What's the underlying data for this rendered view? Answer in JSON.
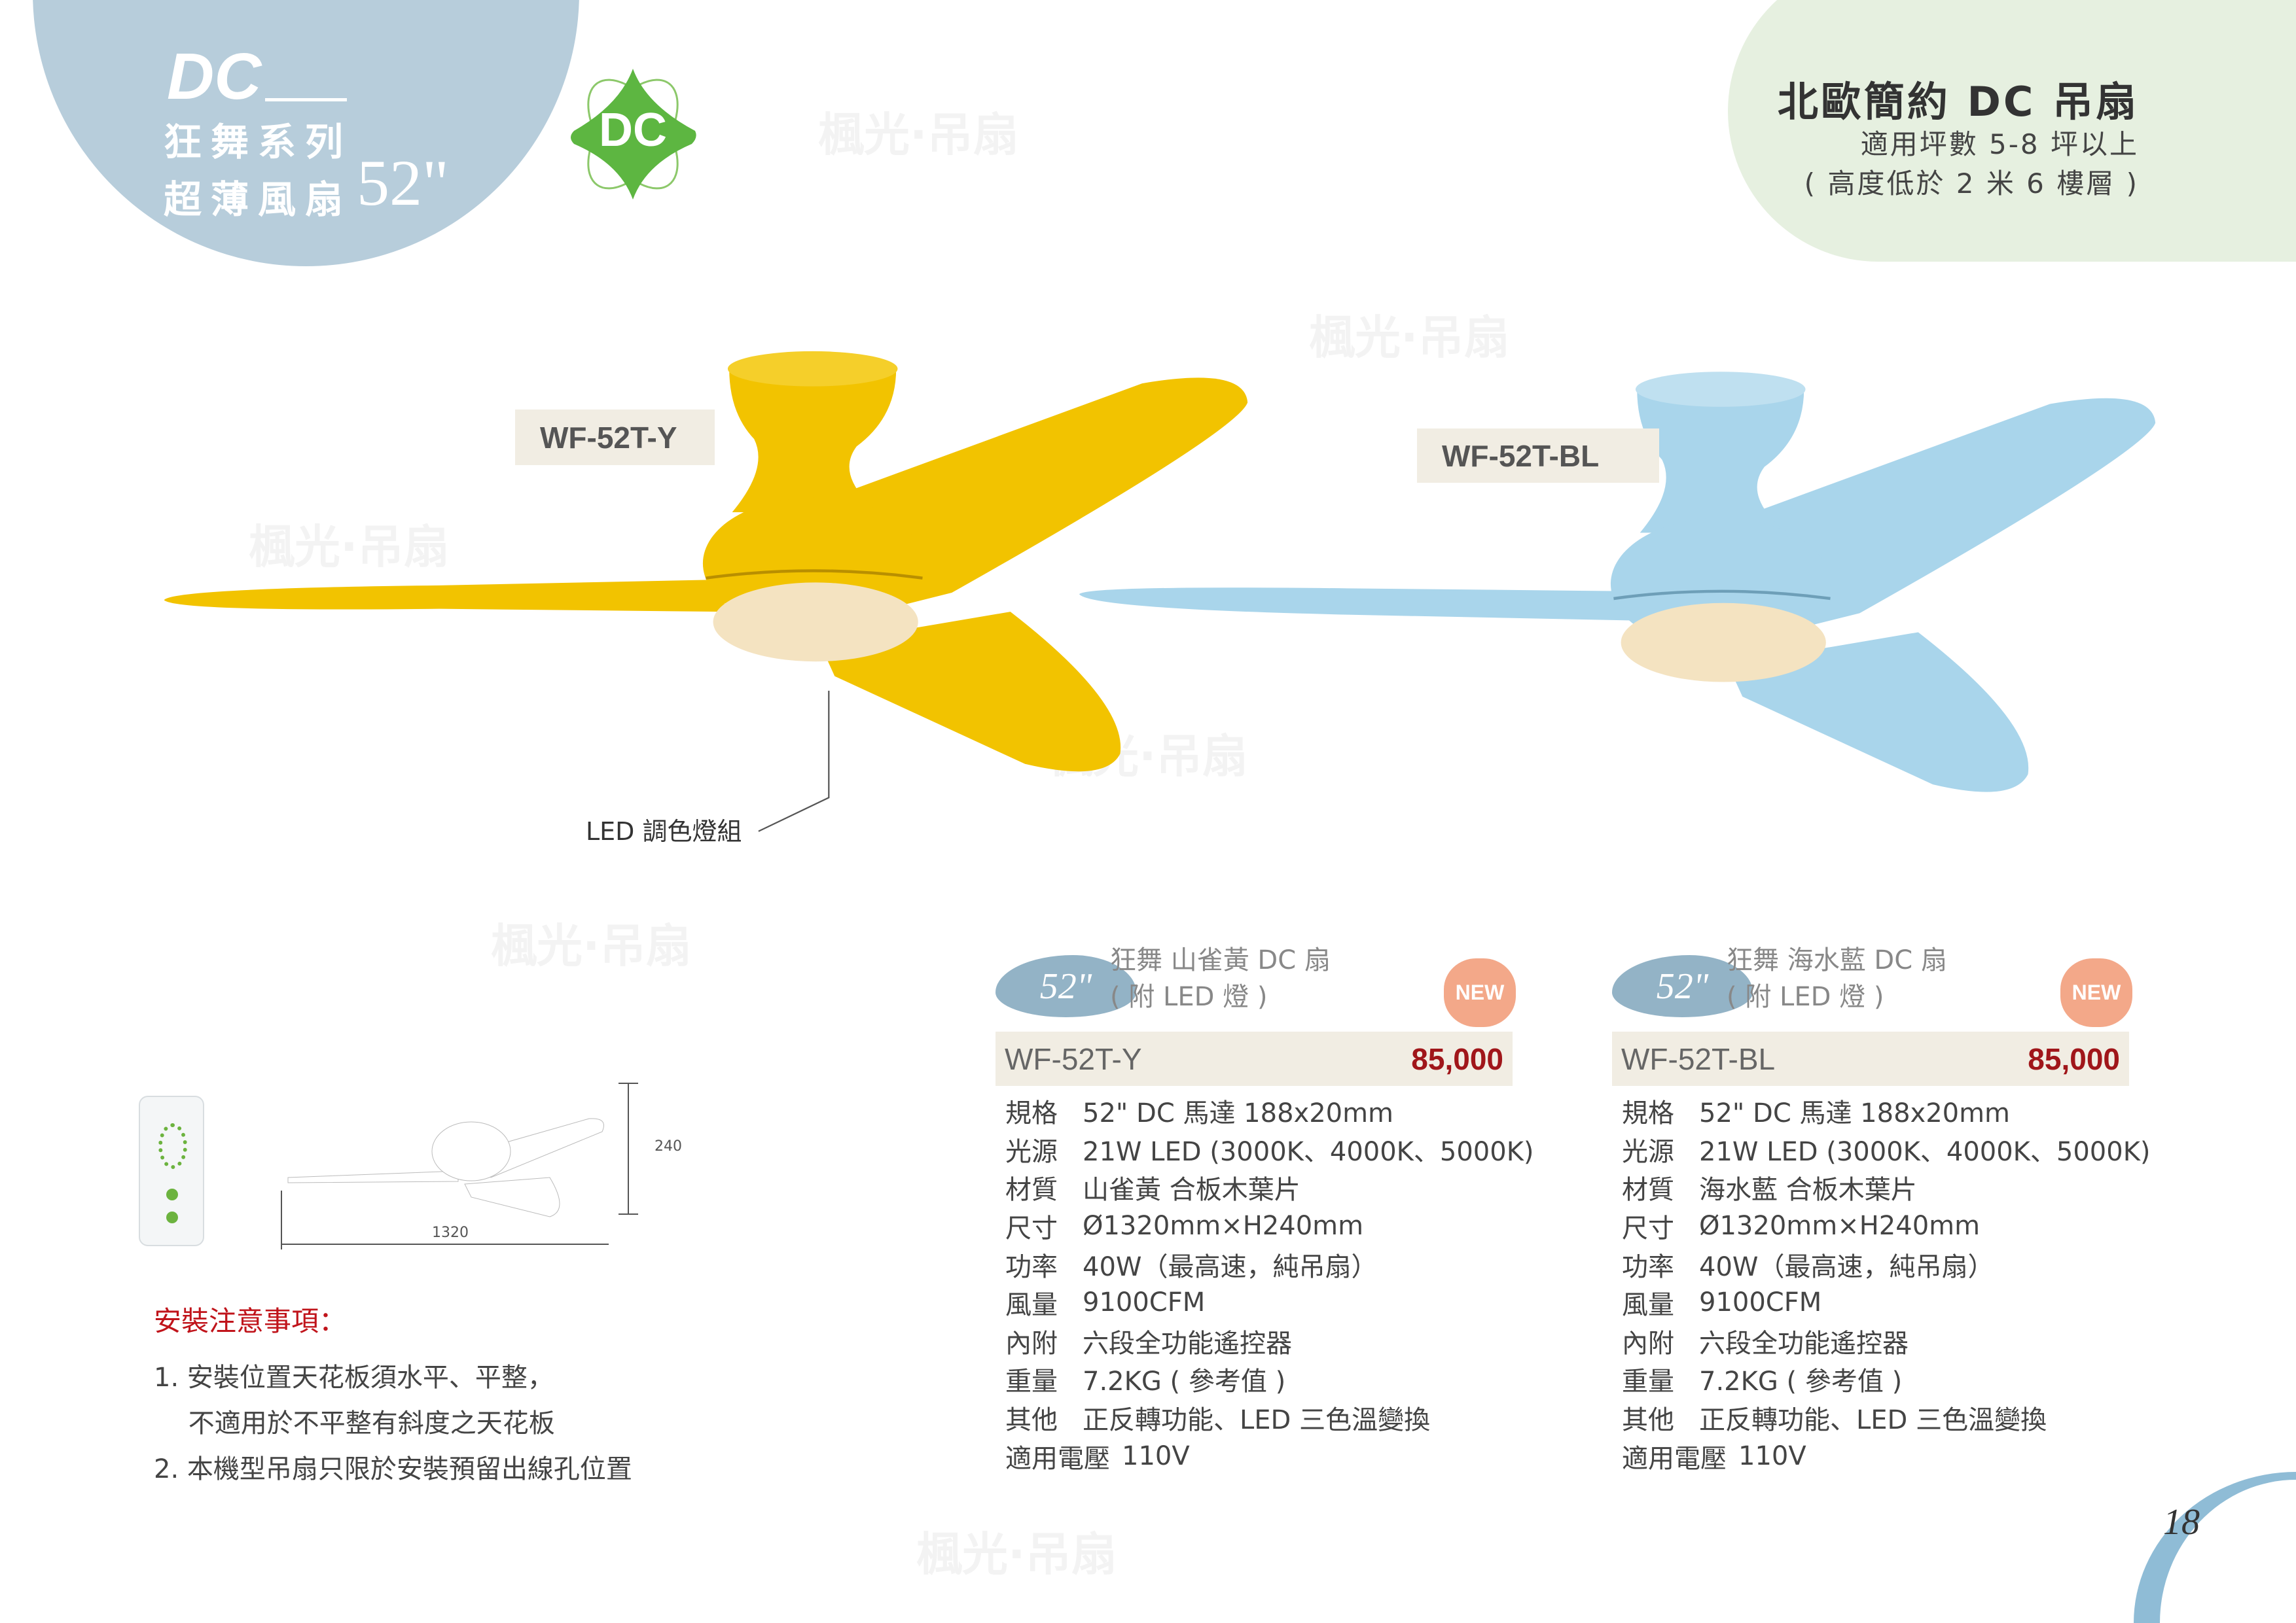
{
  "header": {
    "dc": "DC",
    "series": "狂舞系列",
    "subtitle": "超薄風扇",
    "size": "52\"",
    "badge": "DC"
  },
  "top_right": {
    "title": "北歐簡約 DC 吊扇",
    "area": "適用坪數 5-8 坪以上",
    "height_note": "( 高度低於 2 米 6 樓層 )"
  },
  "watermark": "楓光·吊扇",
  "fans": [
    {
      "label": "WF-52T-Y",
      "color": "#f2c300"
    },
    {
      "label": "WF-52T-BL",
      "color": "#a9d5eb"
    }
  ],
  "callout": "LED 調色燈組",
  "diagram": {
    "height": "240",
    "width": "1320"
  },
  "products": [
    {
      "size": "52\"",
      "name": "狂舞 山雀黃 DC 扇",
      "note": "( 附 LED 燈 )",
      "badge": "NEW",
      "model": "WF-52T-Y",
      "price": "85,000",
      "specs": [
        {
          "label": "規格",
          "value": "52\" DC 馬達 188x20mm"
        },
        {
          "label": "光源",
          "value": "21W LED (3000K、4000K、5000K)"
        },
        {
          "label": "材質",
          "value": "山雀黃 合板木葉片"
        },
        {
          "label": "尺寸",
          "value": "Ø1320mm×H240mm"
        },
        {
          "label": "功率",
          "value": "40W（最高速，純吊扇）"
        },
        {
          "label": "風量",
          "value": "9100CFM"
        },
        {
          "label": "內附",
          "value": "六段全功能遙控器"
        },
        {
          "label": "重量",
          "value": "7.2KG ( 參考值 )"
        },
        {
          "label": "其他",
          "value": "正反轉功能、LED 三色溫變換"
        }
      ],
      "voltage_label": "適用電壓",
      "voltage": "110V"
    },
    {
      "size": "52\"",
      "name": "狂舞 海水藍 DC 扇",
      "note": "( 附 LED 燈 )",
      "badge": "NEW",
      "model": "WF-52T-BL",
      "price": "85,000",
      "specs": [
        {
          "label": "規格",
          "value": "52\" DC 馬達 188x20mm"
        },
        {
          "label": "光源",
          "value": "21W LED (3000K、4000K、5000K)"
        },
        {
          "label": "材質",
          "value": "海水藍 合板木葉片"
        },
        {
          "label": "尺寸",
          "value": "Ø1320mm×H240mm"
        },
        {
          "label": "功率",
          "value": "40W（最高速，純吊扇）"
        },
        {
          "label": "風量",
          "value": "9100CFM"
        },
        {
          "label": "內附",
          "value": "六段全功能遙控器"
        },
        {
          "label": "重量",
          "value": "7.2KG ( 參考值 )"
        },
        {
          "label": "其他",
          "value": "正反轉功能、LED 三色溫變換"
        }
      ],
      "voltage_label": "適用電壓",
      "voltage": "110V"
    }
  ],
  "install": {
    "title": "安裝注意事項：",
    "lines": [
      "1. 安裝位置天花板須水平、平整，",
      "　 不適用於不平整有斜度之天花板",
      "2. 本機型吊扇只限於安裝預留出線孔位置"
    ]
  },
  "page_number": "18"
}
